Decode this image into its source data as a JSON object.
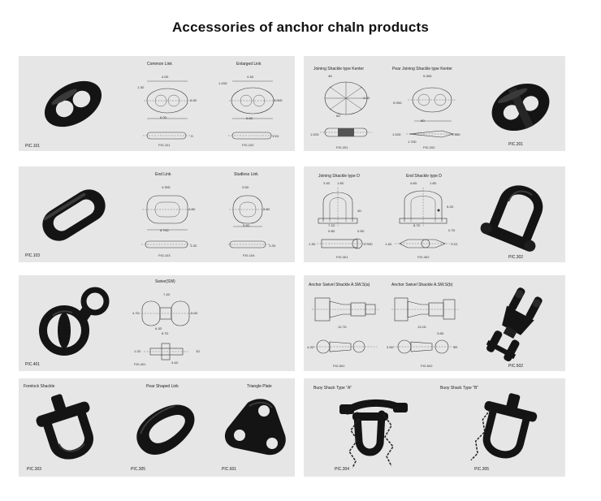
{
  "title": "Accessories of anchor chaln products",
  "panels": {
    "p1": {
      "pic_label": "PIC.101",
      "left_drawing": {
        "title": "Common Link",
        "d1": "4.0D",
        "d2": "1.3D",
        "d3": "3.6D",
        "d4": "6.0D",
        "d5": "D",
        "fig": "FIG.101"
      },
      "right_drawing": {
        "title": "Enlarged Link",
        "d1": "4.4D",
        "d2": "1.43D",
        "d3": "3.96D",
        "d4": "6.6D",
        "d5": "1.1D",
        "fig": "FIG.102"
      }
    },
    "p2": {
      "pic_label": "PIC.201",
      "left_drawing": {
        "title": "Joining Shackle type Kenter",
        "d1": "4D",
        "d2": "4.2D",
        "d3": "6D",
        "d4": "1.52D",
        "fig": "FIG.201"
      },
      "right_drawing": {
        "title": "Pear Joining Shackle type Kenter",
        "d1": "5.38D",
        "d2": "5.95D",
        "d3": "8D",
        "d4": "1.54D",
        "d5": "1.75D",
        "d6": "1.38D",
        "fig": "FIG.202"
      }
    },
    "p3": {
      "pic_label": "PIC.103",
      "left_drawing": {
        "title": "End Link",
        "d1": "4.35D",
        "d2": "4.3D",
        "d3": "6.75D",
        "d4": "1.2D",
        "fig": "FIG.103"
      },
      "right_drawing": {
        "title": "Studless Link",
        "d1": "3.5D",
        "d2": "3.6D",
        "d3": "5.5D",
        "d4": "1.2D",
        "fig": "FIG.104"
      }
    },
    "p4": {
      "pic_label": "PIC.302",
      "left_drawing": {
        "title": "Joining Shackle type D",
        "d1": "3.4D",
        "d2": "1.6D",
        "d3": "4D",
        "d4": "7.1D",
        "d5": "0.8D",
        "d6": "0.5D",
        "d7": "1.3D",
        "d8": "0.33D",
        "fig": "FIG.301"
      },
      "right_drawing": {
        "title": "End Shackle type D",
        "d1": "4.6D",
        "d2": "1.8D",
        "d3": "5.2D",
        "d4": "8.7D",
        "d5": "0.7D",
        "d6": "1.4D",
        "d7": "1.1D",
        "fig": "FIG.302"
      }
    },
    "p5": {
      "pic_label": "PIC.401",
      "drawing": {
        "title": "Swive(SW)",
        "d1": "7.4D",
        "d2": "4.7D",
        "d3": "3.6D",
        "d4": "6.3D",
        "d5": "8.7D",
        "d6": "1.2D",
        "d7": "1D",
        "d8": "3.4D",
        "fig": "FIG.401"
      }
    },
    "p6": {
      "pic_label": "PIC.502",
      "left_drawing": {
        "title": "Anchor Swivel Shackle A.SW.S(a)",
        "d1": "12.7D",
        "d2": "4.2D",
        "fig": "FIG.501"
      },
      "right_drawing": {
        "title": "Anchor Swivel Shackle A.SW.S(b)",
        "d1": "13.2D",
        "d2": "3.8D",
        "d3": "3.5D",
        "d4": "3D",
        "fig": "FIG.502"
      }
    },
    "p7": {
      "items": [
        {
          "name": "Forelock Shackle",
          "pic": "PIC.303"
        },
        {
          "name": "Pear Shaped Link",
          "pic": "PIC.305"
        },
        {
          "name": "Triangle Plate",
          "pic": "PIC.601"
        }
      ]
    },
    "p8": {
      "items": [
        {
          "name": "Buoy Shack Type \"A\"",
          "pic": "PIC.304"
        },
        {
          "name": "Buoy Shack Type \"B\"",
          "pic": "PIC.305"
        }
      ]
    }
  },
  "colors": {
    "panel_bg": "#e6e6e6",
    "part": "#141414",
    "line": "#333333"
  }
}
